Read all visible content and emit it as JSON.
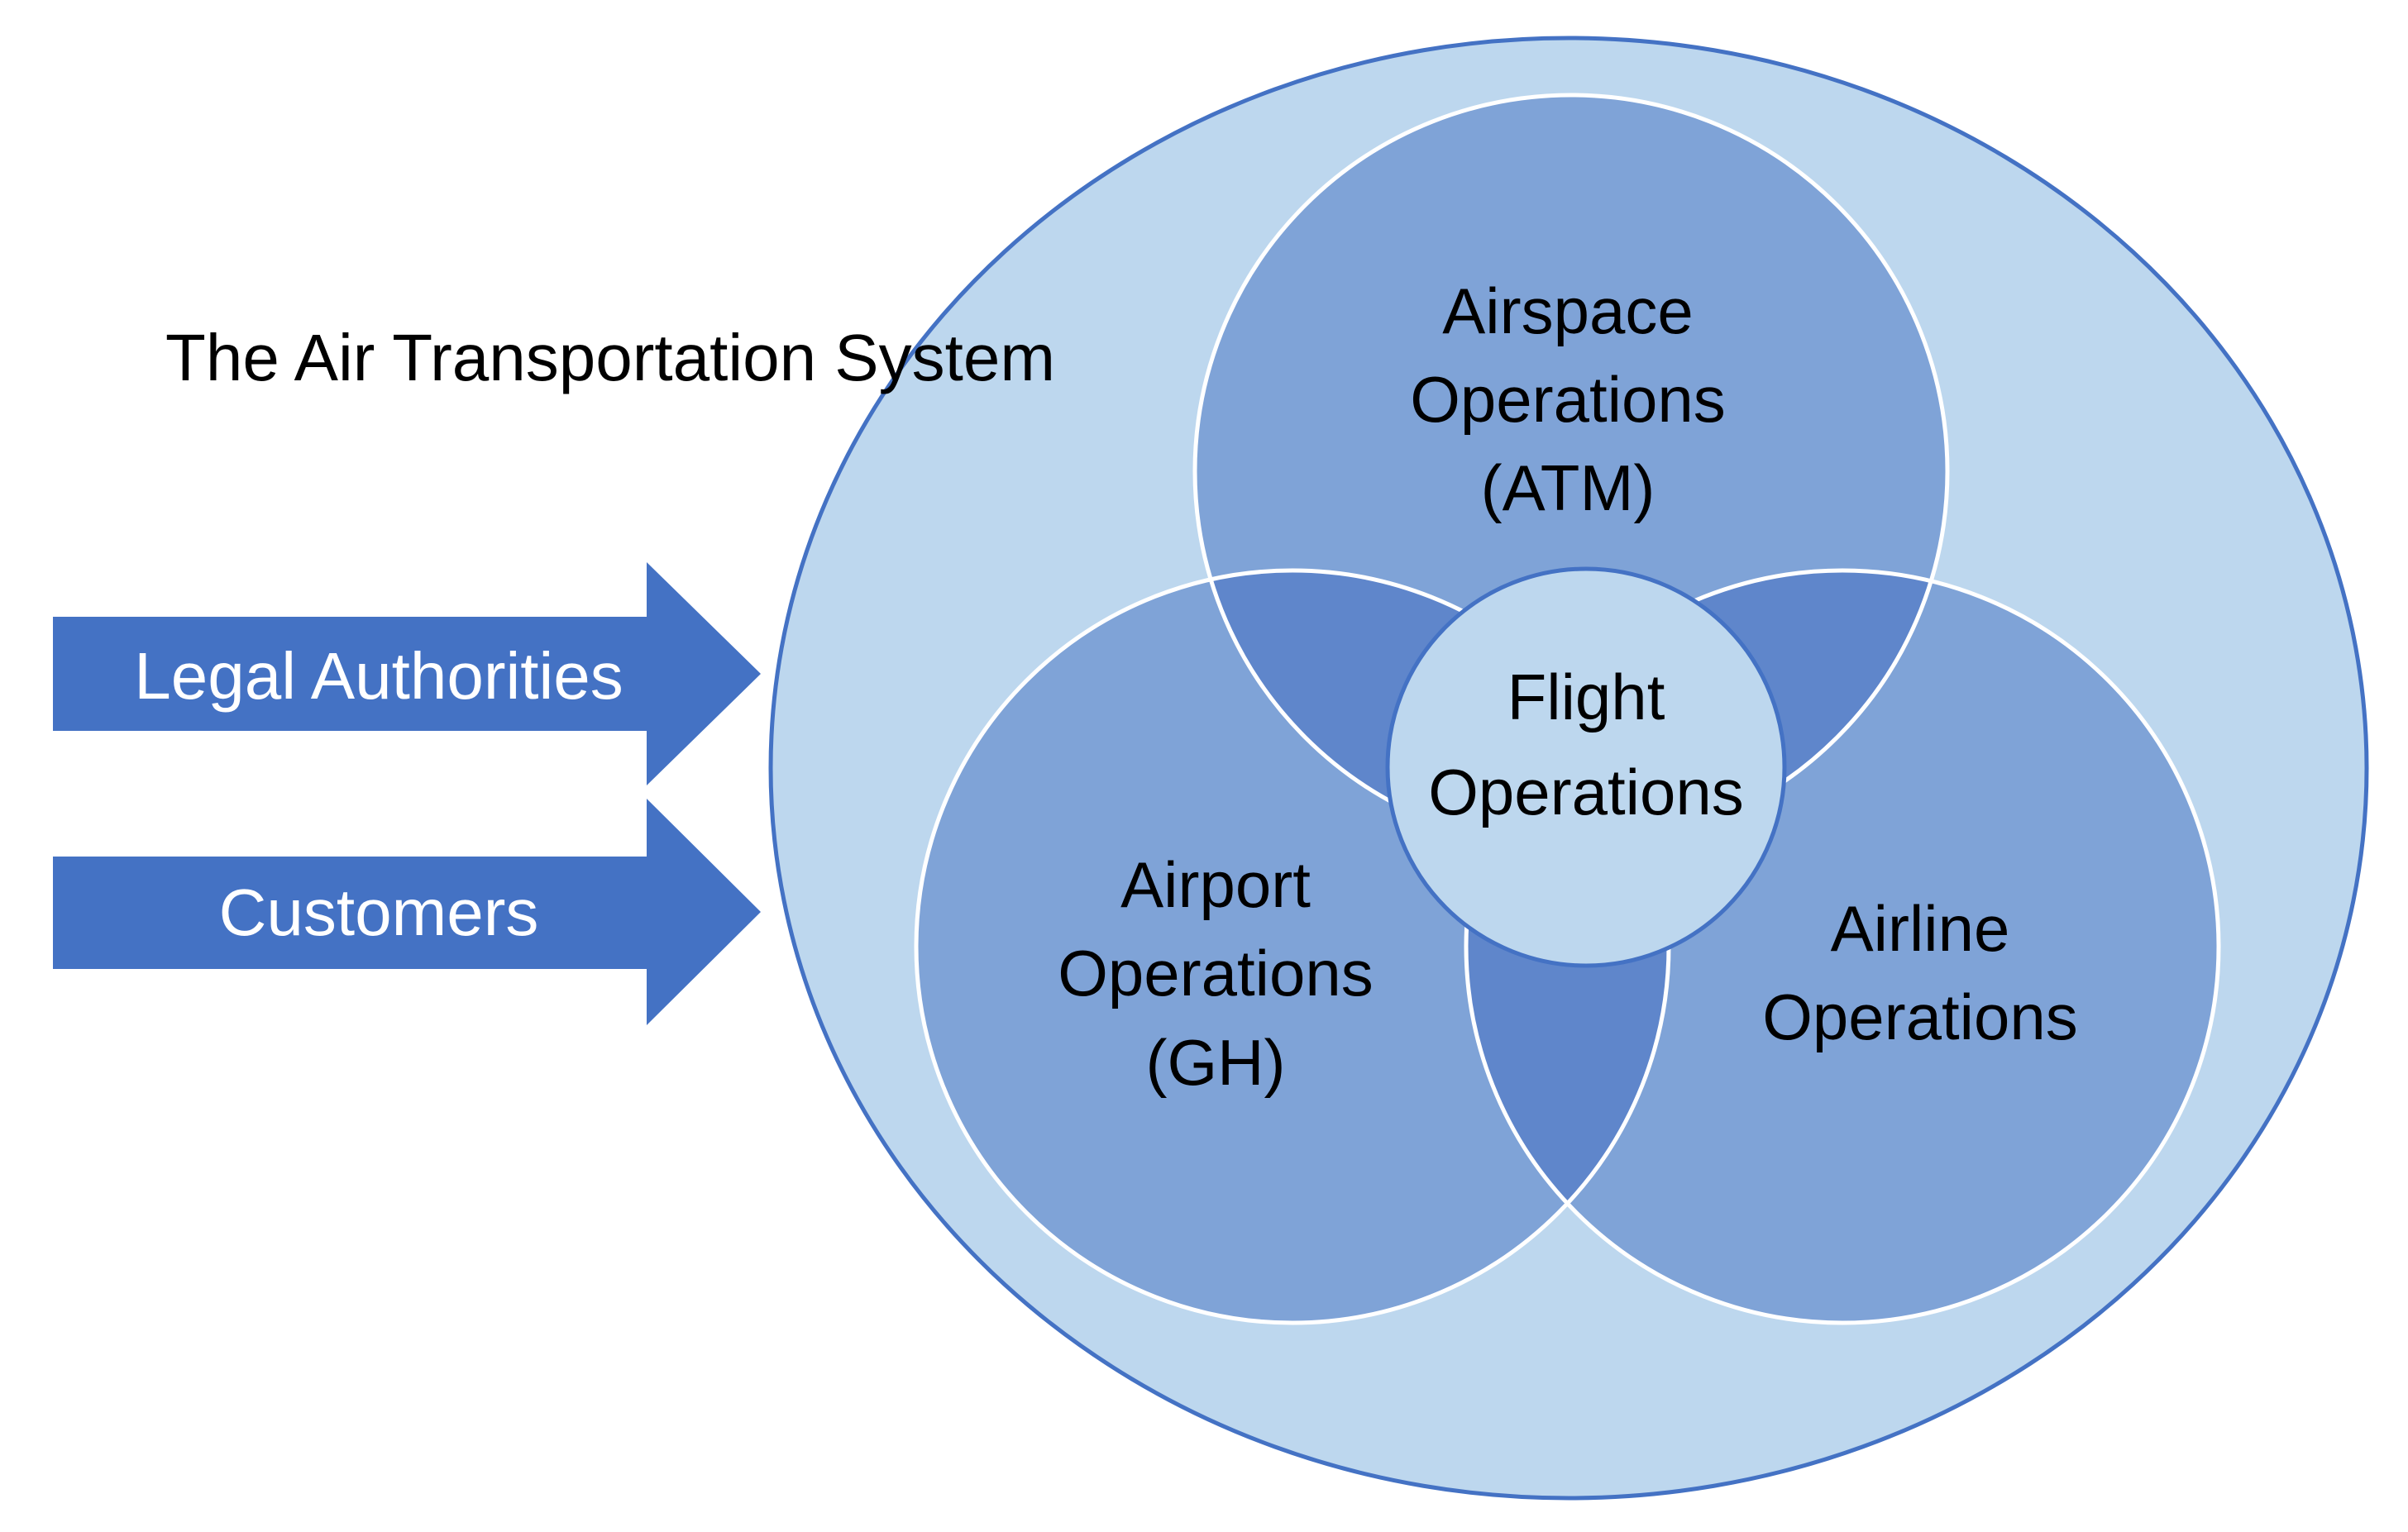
{
  "title": "The Air Transportation System",
  "inputs": [
    {
      "label": "Legal Authorities"
    },
    {
      "label": "Customers"
    }
  ],
  "circles": {
    "airspace": {
      "lines": [
        "Airspace",
        "Operations",
        "(ATM)"
      ]
    },
    "airport": {
      "lines": [
        "Airport",
        "Operations",
        "(GH)"
      ]
    },
    "airline": {
      "lines": [
        "Airline",
        "Operations"
      ]
    },
    "flight": {
      "lines": [
        "Flight",
        "Operations"
      ]
    }
  },
  "colors": {
    "outer_fill": "#bdd7ee",
    "outer_stroke": "#4472c4",
    "circle_fill": "#7fa3d7",
    "overlap_fill": "#5f86cb",
    "arrow_fill": "#4472c4",
    "arrow_text": "#ffffff"
  }
}
